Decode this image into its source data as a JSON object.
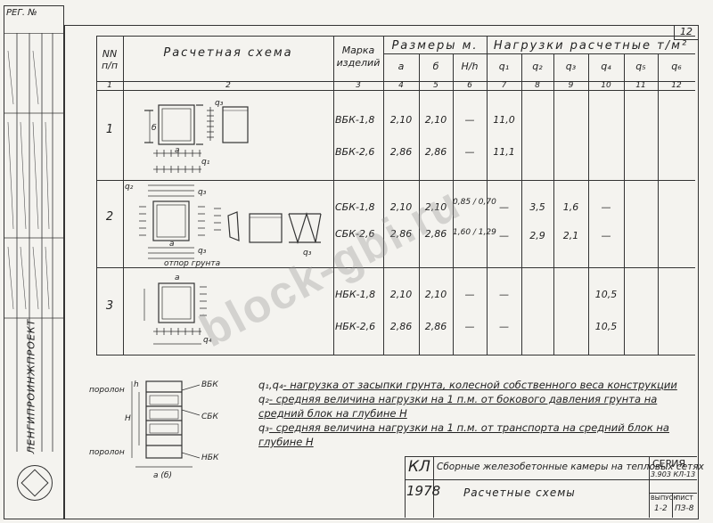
{
  "stamp": {
    "reg_label": "РЕГ. №",
    "org_name": "ЛЕНГИПРОИНЖПРОЕКТ"
  },
  "page_number": "12",
  "table": {
    "headers": {
      "num": "NN п/п",
      "scheme": "Расчетная схема",
      "mark": "Марка изделий",
      "dims": "Размеры м.",
      "loads": "Нагрузки расчетные т/м²",
      "a": "a",
      "b": "б",
      "hh": "H/h",
      "q1": "q₁",
      "q2": "q₂",
      "q3": "q₃",
      "q4": "q₄",
      "q5": "q₅",
      "q6": "q₆"
    },
    "col_numbers": [
      "1",
      "2",
      "3",
      "4",
      "5",
      "6",
      "7",
      "8",
      "9",
      "10",
      "11",
      "12"
    ],
    "rows": [
      {
        "num": "1",
        "items": [
          {
            "mark": "ВБК-1,8",
            "a": "2,10",
            "b": "2,10",
            "hh": "—",
            "q1": "11,0",
            "q2": "",
            "q3": "",
            "q4": "",
            "q5": "",
            "q6": ""
          },
          {
            "mark": "ВБК-2,6",
            "a": "2,86",
            "b": "2,86",
            "hh": "—",
            "q1": "11,1",
            "q2": "",
            "q3": "",
            "q4": "",
            "q5": "",
            "q6": ""
          }
        ]
      },
      {
        "num": "2",
        "items": [
          {
            "mark": "СБК-1,8",
            "a": "2,10",
            "b": "2,10",
            "hh": "0,85 / 0,70",
            "q1": "—",
            "q2": "3,5",
            "q3": "1,6",
            "q4": "—",
            "q5": "",
            "q6": ""
          },
          {
            "mark": "СБК-2,6",
            "a": "2,86",
            "b": "2,86",
            "hh": "1,60 / 1,29",
            "q1": "—",
            "q2": "2,9",
            "q3": "2,1",
            "q4": "—",
            "q5": "",
            "q6": ""
          }
        ]
      },
      {
        "num": "3",
        "items": [
          {
            "mark": "НБК-1,8",
            "a": "2,10",
            "b": "2,10",
            "hh": "—",
            "q1": "—",
            "q2": "",
            "q3": "",
            "q4": "10,5",
            "q5": "",
            "q6": ""
          },
          {
            "mark": "НБК-2,6",
            "a": "2,86",
            "b": "2,86",
            "hh": "—",
            "q1": "—",
            "q2": "",
            "q3": "",
            "q4": "10,5",
            "q5": "",
            "q6": ""
          }
        ]
      }
    ],
    "scheme_labels": {
      "q1": "q₁",
      "q2": "q₂",
      "q3": "q₃",
      "q4": "q₄",
      "a": "a",
      "b": "б",
      "support": "отпор грунта"
    }
  },
  "section_labels": {
    "top": "поролон",
    "bottom": "поролон",
    "vbk": "ВБК",
    "sbk": "СБК",
    "nbk": "НБК",
    "h": "H",
    "hh": "h",
    "base": "a (б)"
  },
  "legend": [
    {
      "sym": "q₁,q₄",
      "text": "- нагрузка от засыпки грунта, колесной собственного веса конструкции"
    },
    {
      "sym": "q₂",
      "text": "- средняя величина нагрузки на 1 п.м. от бокового давления грунта на средний блок на глубине Н"
    },
    {
      "sym": "q₃",
      "text": "- средняя величина нагрузки на 1 п.м. от транспорта на средний блок на глубине Н"
    }
  ],
  "title_block": {
    "code": "КЛ",
    "year": "1978",
    "title": "Сборные железобетонные камеры на тепловых сетях",
    "subtitle": "Расчетные схемы",
    "series_label": "СЕРИЯ",
    "series_value": "3.903 КЛ-13",
    "issue_label": "ВЫПУСК",
    "issue_value": "1-2",
    "sheet_label": "ЛИСТ",
    "sheet_value": "ПЗ-8"
  },
  "watermark": "block-gbi.ru"
}
